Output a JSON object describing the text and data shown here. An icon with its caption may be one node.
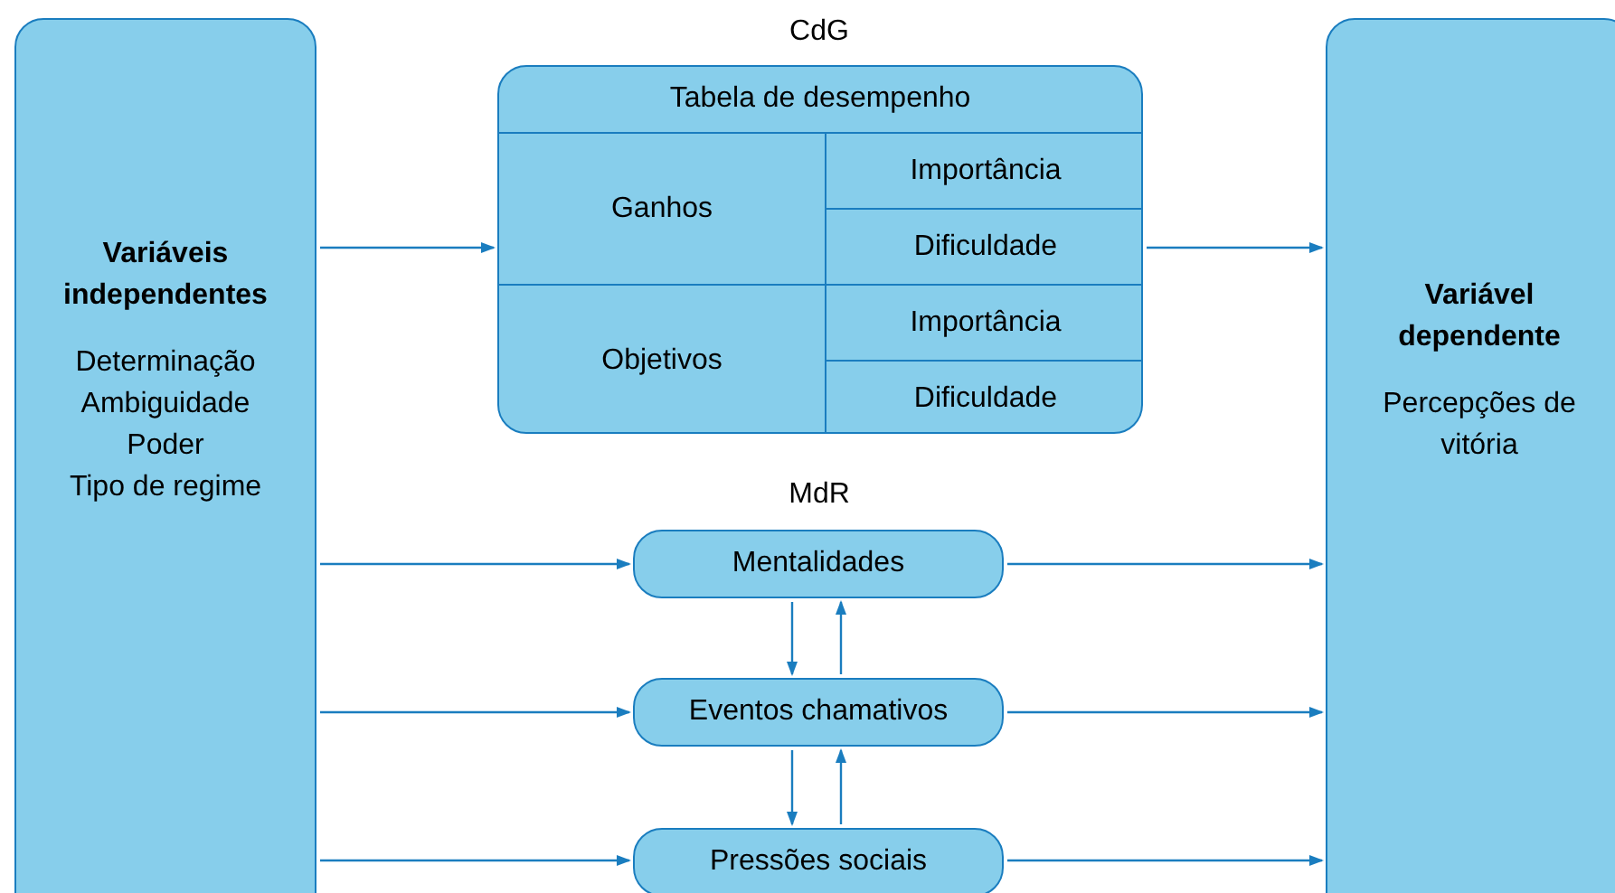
{
  "diagram": {
    "nodes": [
      {
        "text": [
          "Variáveis independentes",
          "Determinação",
          "Ambiguidade",
          "Poder",
          "Tipo de regime"
        ]
      },
      {
        "text": [
          "Tabela de desempenho"
        ]
      },
      {
        "text": [
          "Ganhos"
        ],
        "in": 1
      },
      {
        "text": [
          "Importância"
        ],
        "in": 1
      },
      {
        "text": [
          "Dificuldade"
        ],
        "in": 1
      },
      {
        "text": [
          "Objetivos"
        ],
        "in": 1
      },
      {
        "text": [
          "Importância"
        ],
        "in": 1
      },
      {
        "text": [
          "Dificuldade"
        ],
        "in": 1
      },
      {
        "text": [
          "Variável dependente",
          "Percepções de vitória"
        ]
      },
      {
        "text": [
          "Mentalidades"
        ]
      },
      {
        "text": [
          "Eventos chamativos"
        ]
      },
      {
        "text": [
          "Pressões sociais"
        ]
      }
    ],
    "edges": [
      {
        "from": 0,
        "to": 1,
        "arrow": "to"
      },
      {
        "from": 1,
        "to": 8,
        "arrow": "to"
      },
      {
        "from": 0,
        "to": 9,
        "arrow": "to"
      },
      {
        "from": 0,
        "to": 10,
        "arrow": "to"
      },
      {
        "from": 0,
        "to": 11,
        "arrow": "to"
      },
      {
        "from": 9,
        "to": 8,
        "arrow": "to"
      },
      {
        "from": 10,
        "to": 8,
        "arrow": "to"
      },
      {
        "from": 11,
        "to": 8,
        "arrow": "to"
      },
      {
        "from": 9,
        "to": 10,
        "arrow": "to"
      },
      {
        "from": 10,
        "to": 9,
        "arrow": "to"
      },
      {
        "from": 10,
        "to": 11,
        "arrow": "to"
      },
      {
        "from": 11,
        "to": 10,
        "arrow": "to"
      }
    ],
    "labels": [
      "CdG",
      "MdR"
    ]
  }
}
